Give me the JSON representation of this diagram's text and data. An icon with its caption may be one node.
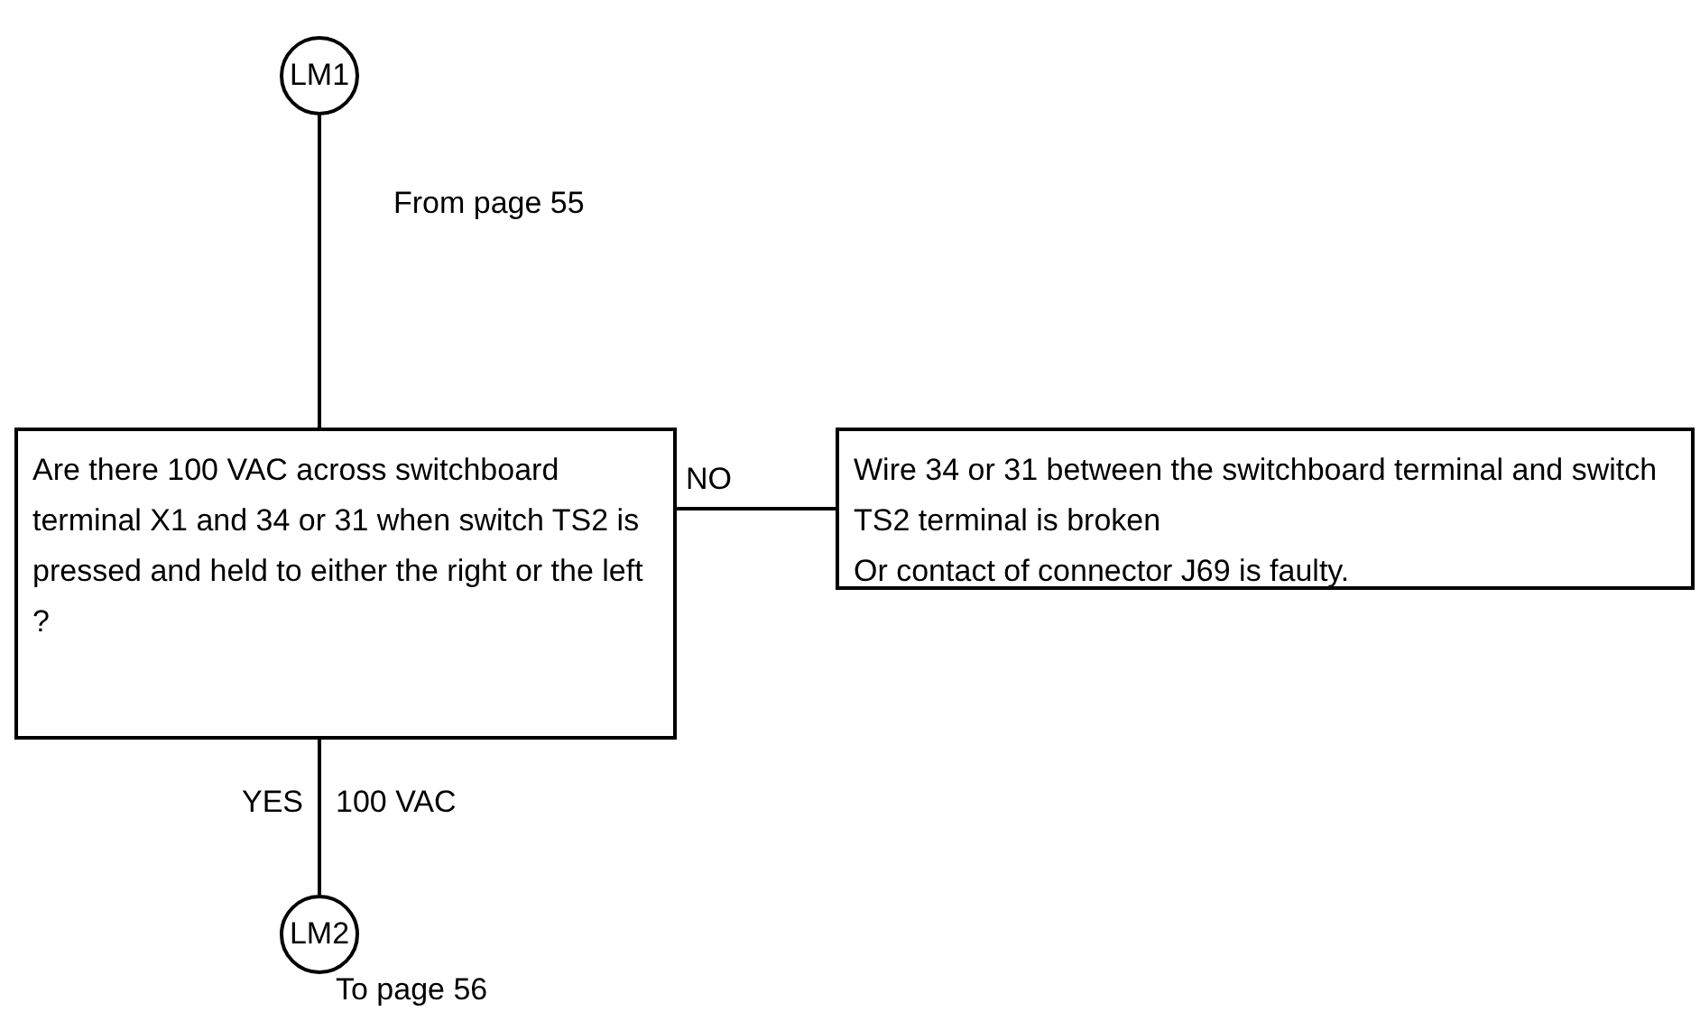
{
  "diagram": {
    "nodes": [
      {
        "text": [
          "LM1"
        ],
        "beside": [
          "From page 55"
        ]
      },
      {
        "text": [
          "Are there 100 VAC across switchboard terminal X1 and 34 or 31 when switch TS2 is pressed and held to either the right or the left ?"
        ]
      },
      {
        "text": [
          "Wire 34 or 31 between the switchboard terminal and switch TS2 terminal is broken",
          "Or contact of connector J69 is faulty."
        ]
      },
      {
        "text": [
          "LM2"
        ],
        "beside": [
          "To page 56"
        ]
      }
    ],
    "edges": [
      {
        "from": 0,
        "to": 1,
        "arrow": "none"
      },
      {
        "from": 1,
        "to": 2,
        "arrow": "none",
        "label": "NO"
      },
      {
        "from": 1,
        "to": 3,
        "arrow": "none",
        "label": "YES"
      }
    ],
    "labels": [
      "100 VAC"
    ]
  }
}
